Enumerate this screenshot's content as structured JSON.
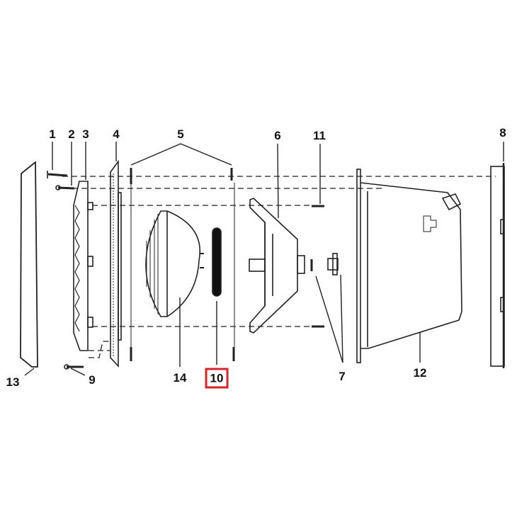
{
  "diagram": {
    "callouts": [
      {
        "id": "1",
        "label": "1"
      },
      {
        "id": "2",
        "label": "2"
      },
      {
        "id": "3",
        "label": "3"
      },
      {
        "id": "4",
        "label": "4"
      },
      {
        "id": "5",
        "label": "5"
      },
      {
        "id": "6",
        "label": "6"
      },
      {
        "id": "7",
        "label": "7"
      },
      {
        "id": "8",
        "label": "8"
      },
      {
        "id": "9",
        "label": "9"
      },
      {
        "id": "10",
        "label": "10",
        "highlighted": true
      },
      {
        "id": "11",
        "label": "11"
      },
      {
        "id": "12",
        "label": "12"
      },
      {
        "id": "13",
        "label": "13"
      },
      {
        "id": "14",
        "label": "14"
      }
    ],
    "highlight_color": "#d8232a"
  }
}
